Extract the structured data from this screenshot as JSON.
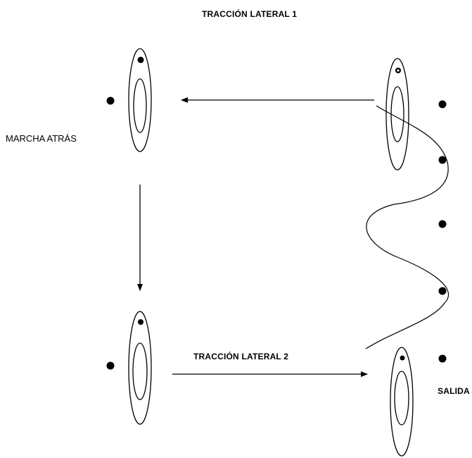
{
  "labels": {
    "lateral_1": "TRACCIÓN  LATERAL  1",
    "lateral_2": "TRACCIÓN  LATERAL  2",
    "reverse": "MARCHA ATRÁS",
    "exit": "SALIDA"
  },
  "colors": {
    "stroke": "#000000",
    "background": "#ffffff"
  }
}
